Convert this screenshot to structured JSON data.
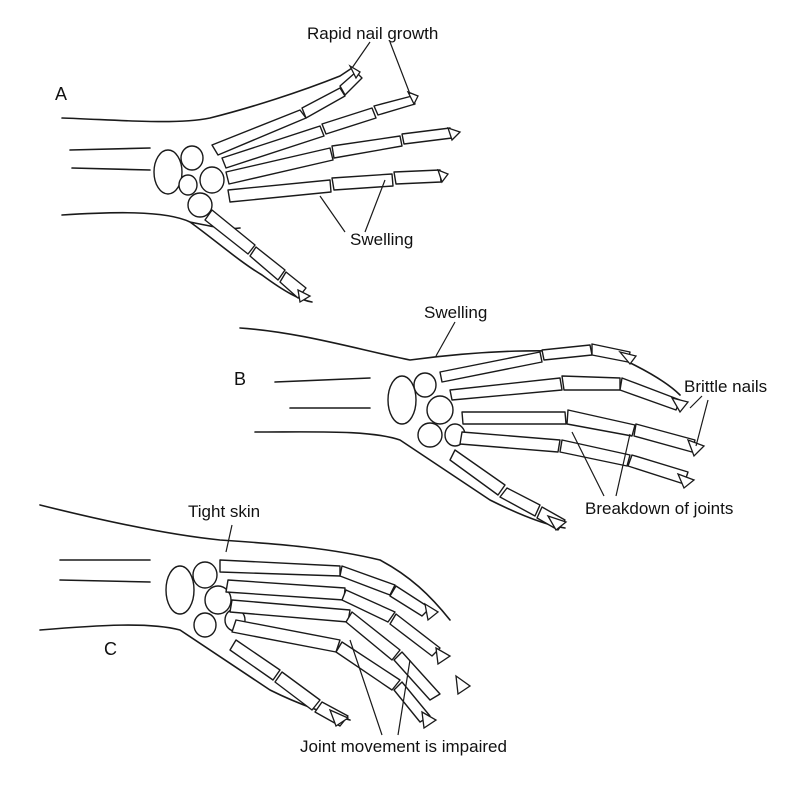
{
  "figure": {
    "panels": [
      {
        "letter": "A",
        "labels": [
          "Rapid nail growth",
          "Swelling"
        ]
      },
      {
        "letter": "B",
        "labels": [
          "Swelling",
          "Brittle nails",
          "Breakdown of joints"
        ]
      },
      {
        "letter": "C",
        "labels": [
          "Tight skin",
          "Joint movement is impaired"
        ]
      }
    ],
    "line_color": "#1a1a1a",
    "background": "#ffffff"
  }
}
